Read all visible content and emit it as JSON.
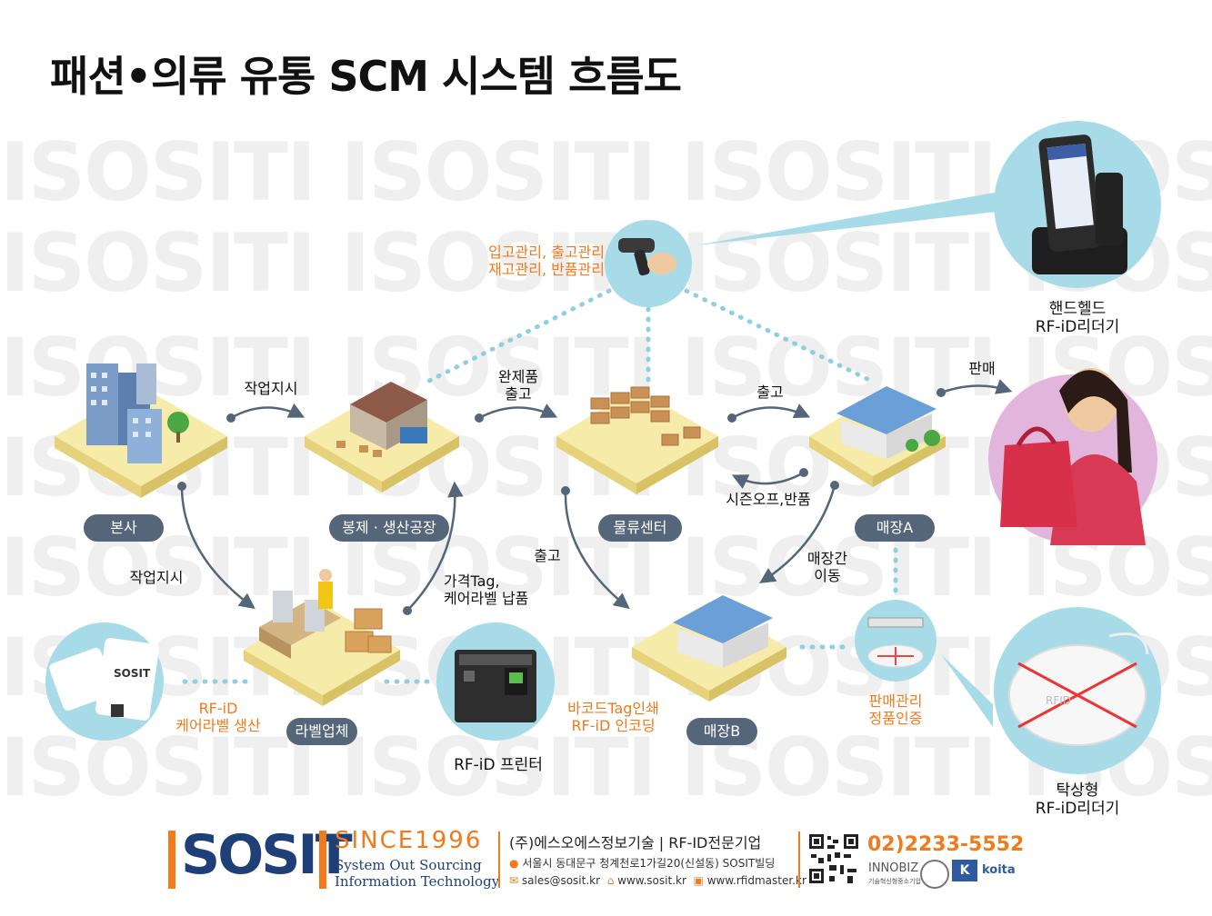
{
  "title": "패션•의류 유통 SCM 시스템 흐름도",
  "watermark": "ISOSITI ISOSITI ISOSITI ISOSITI ISOSITI",
  "nodes": {
    "hq": "본사",
    "factory": "봉제 · 생산공장",
    "dc": "물류센터",
    "storeA": "매장A",
    "storeB": "매장B",
    "label_vendor": "라벨업체"
  },
  "flows": {
    "hq_factory": "작업지시",
    "hq_label": "작업지시",
    "factory_dc": "완제품\n출고",
    "dc_storeA": "출고",
    "storeA_dc": "시즌오프,반품",
    "dc_storeB": "출고",
    "between_stores": "매장간\n이동",
    "label_factory": "가격Tag,\n케어라벨 납품",
    "sale": "판매"
  },
  "notes": {
    "handheld_tasks": "입고관리, 출고관리\n재고관리, 반품관리",
    "rfid_care": "RF-iD\n케어라벨 생산",
    "barcode": "바코드Tag인쇄\nRF-iD 인코딩",
    "sales_mgmt": "판매관리\n정품인증"
  },
  "devices": {
    "handheld": "핸드헬드\nRF-iD리더기",
    "desktop": "탁상형\nRF-iD리더기",
    "printer": "RF-iD 프린터",
    "tag_text": "SOSIT"
  },
  "footer": {
    "logo": "SOSIT",
    "since": "SINCE1996",
    "tagline1": "System Out Sourcing",
    "tagline2": "Information Technology",
    "company": "(주)에스오에스정보기술 | RF-ID전문기업",
    "address": "서울시 동대문구 청계천로1가길20(신설동) SOSIT빌딩",
    "email": "sales@sosit.kr",
    "web1": "www.sosit.kr",
    "web2": "www.rfidmaster.kr",
    "phone": "02)2233-5552",
    "cert1": "INNOBIZ",
    "cert1_sub": "기술혁신형중소기업",
    "cert2": "koita"
  },
  "colors": {
    "accent_orange": "#f07a1c",
    "pill": "#56667a",
    "circle": "#a8dbe8",
    "dots": "#8fd0e0",
    "arrow": "#56667a",
    "tile": "#f6eba8"
  }
}
